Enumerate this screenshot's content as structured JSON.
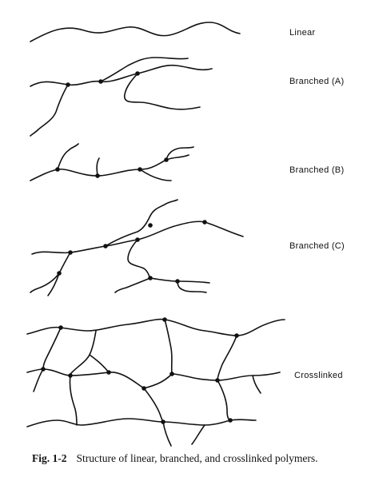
{
  "labels": {
    "linear": "Linear",
    "branched_a": "Branched (A)",
    "branched_b": "Branched (B)",
    "branched_c": "Branched (C)",
    "crosslinked": "Crosslinked"
  },
  "caption": {
    "figure_number": "Fig. 1-2",
    "text": "Structure of linear, branched, and crosslinked polymers."
  }
}
